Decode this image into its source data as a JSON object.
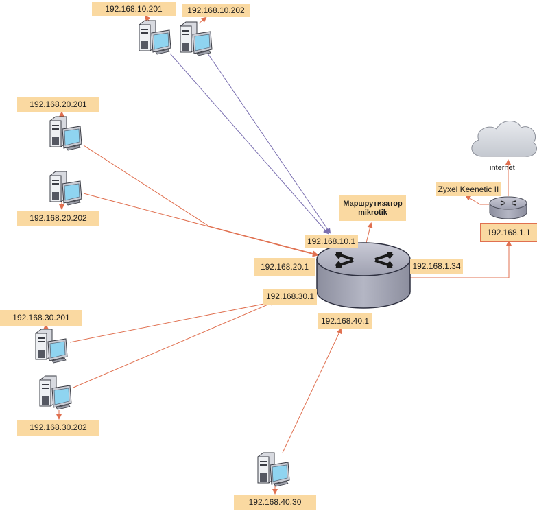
{
  "nodes": {
    "pc_10_201": "192.168.10.201",
    "pc_10_202": "192.168.10.202",
    "pc_20_201": "192.168.20.201",
    "pc_20_202": "192.168.20.202",
    "pc_30_201": "192.168.30.201",
    "pc_30_202": "192.168.30.202",
    "pc_40_30": "192.168.40.30"
  },
  "router": {
    "title": "Маршрутизатор mikrotik",
    "if_10": "192.168.10.1",
    "if_20": "192.168.20.1",
    "if_30": "192.168.30.1",
    "if_40": "192.168.40.1",
    "if_wan": "192.168.1.34"
  },
  "gateway": {
    "name": "Zyxel Keenetic II",
    "ip": "192.168.1.1"
  },
  "internet": {
    "label": "internet"
  },
  "colors": {
    "label_fill": "#fad9a1",
    "link_orange": "#e07050",
    "link_purple": "#7a6fb0",
    "router_body": "#a9abb8"
  }
}
